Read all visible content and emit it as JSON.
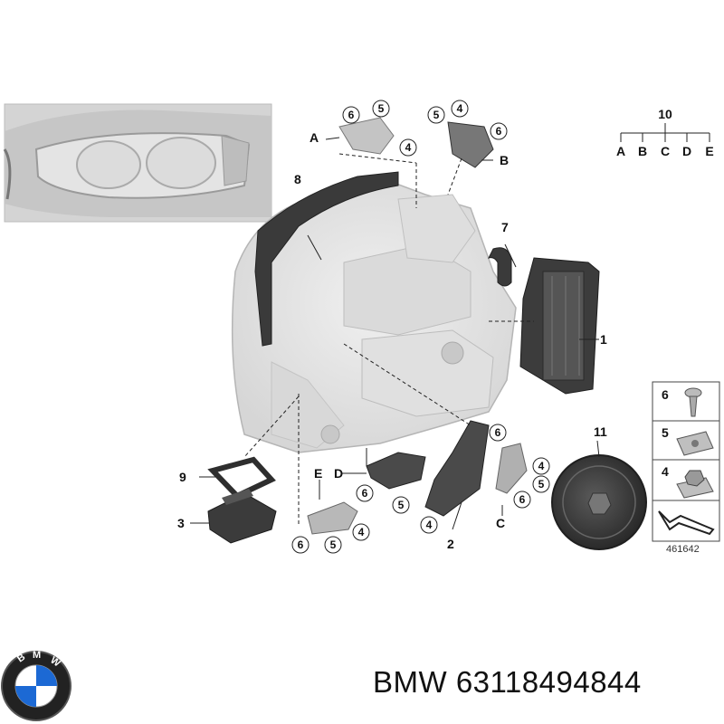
{
  "diagram": {
    "ref_number": "461642",
    "group_number": "10",
    "group_letters": [
      "A",
      "B",
      "C",
      "D",
      "E"
    ],
    "side_letters": {
      "a": "A",
      "b": "B",
      "c": "C",
      "d": "D",
      "e": "E"
    },
    "parts": {
      "p1": "1",
      "p2": "2",
      "p3": "3",
      "p7": "7",
      "p8": "8",
      "p9": "9",
      "p11": "11"
    },
    "callouts": {
      "topleft": [
        "6",
        "5",
        "4"
      ],
      "topright": [
        "5",
        "4",
        "6"
      ],
      "mid_d": [
        "6",
        "5",
        "4"
      ],
      "bottom_e": [
        "6",
        "5",
        "4"
      ],
      "right_c": [
        "6",
        "4",
        "5",
        "6"
      ]
    },
    "legend": [
      "6",
      "5",
      "4"
    ]
  },
  "brand": {
    "logo_letters": "BMW",
    "caption": "BMW 63118494844"
  },
  "colors": {
    "housing": "#e6e6e6",
    "dark_part": "#3a3a3a",
    "photo_bg": "#cfcfcf",
    "logo_blue": "#1c69d4"
  }
}
